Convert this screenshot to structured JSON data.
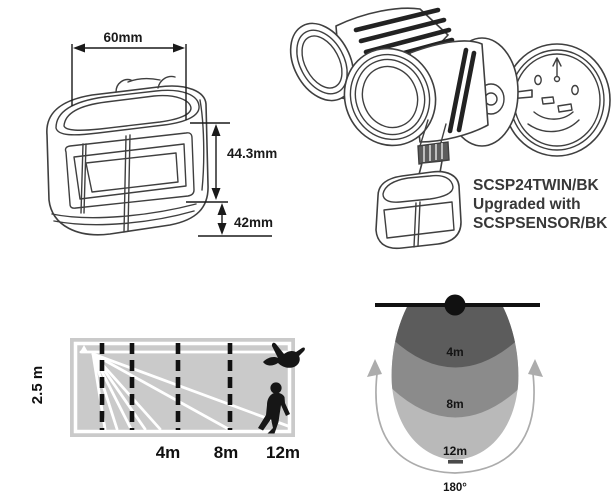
{
  "diagrams": {
    "sensor_dimensions": {
      "width": "60mm",
      "sensor_height": "44.3mm",
      "base_height": "42mm"
    },
    "product": {
      "name_line1": "SCSP24TWIN/BK",
      "name_line2": "Upgraded with",
      "name_line3": "SCSPSENSOR/BK"
    },
    "side_view": {
      "mounting_height": "2.5 m",
      "range_labels": [
        "4m",
        "8m",
        "12m"
      ]
    },
    "top_view": {
      "zones": [
        {
          "label": "4m",
          "color": "#5c5c5c"
        },
        {
          "label": "8m",
          "color": "#8b8b8b"
        },
        {
          "label": "12m",
          "color": "#b9b9b9"
        }
      ],
      "coverage_angle": "180°"
    }
  },
  "colors": {
    "line_art": "#3f3f3f",
    "side_view_background": "#cacaca",
    "beam": "#ffffff",
    "silhouette": "#161616",
    "rotation_arrow": "#acacac",
    "mount_line": "#111111"
  }
}
